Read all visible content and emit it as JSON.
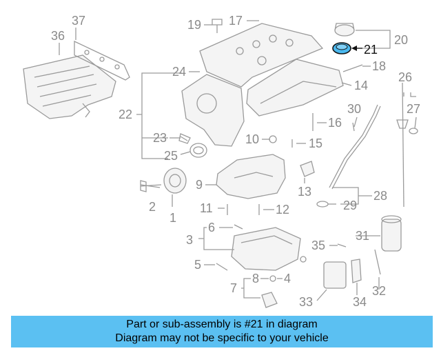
{
  "diagram": {
    "labels": {
      "n1": "1",
      "n2": "2",
      "n3": "3",
      "n4": "4",
      "n5": "5",
      "n6": "6",
      "n7": "7",
      "n8": "8",
      "n9": "9",
      "n10": "10",
      "n11": "11",
      "n12": "12",
      "n13": "13",
      "n14": "14",
      "n15": "15",
      "n16": "16",
      "n17": "17",
      "n18": "18",
      "n19": "19",
      "n20": "20",
      "n21": "21",
      "n22": "22",
      "n23": "23",
      "n24": "24",
      "n25": "25",
      "n26": "26",
      "n27": "27",
      "n28": "28",
      "n29": "29",
      "n30": "30",
      "n31": "31",
      "n32": "32",
      "n33": "33",
      "n34": "34",
      "n35": "35",
      "n36": "36",
      "n37": "37"
    },
    "highlighted_part": "21",
    "colors": {
      "highlight_part": "#4ab8ee",
      "line": "#9a9a9a",
      "highlight_line": "#111111"
    }
  },
  "caption": {
    "line1": "Part or sub-assembly is #21 in diagram",
    "line2": "Diagram may not be specific to your vehicle",
    "background": "#5bc0f2"
  }
}
